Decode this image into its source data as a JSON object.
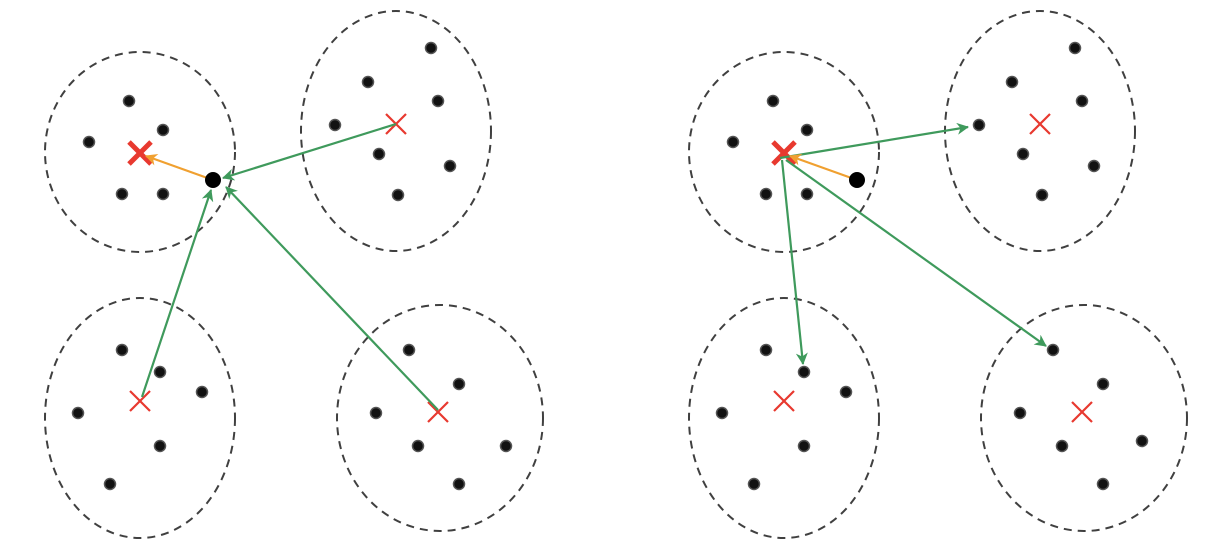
{
  "colors": {
    "cluster_outline": "#404040",
    "point_fill": "#111111",
    "point_stroke": "#555555",
    "anchor_fill": "#000000",
    "centroid": "#e8392f",
    "near_arrow": "#f0a030",
    "far_arrow": "#3f9a5c",
    "background": "#ffffff"
  },
  "icons": {
    "centroid": "cross-mark-icon",
    "point": "dot-icon",
    "anchor": "anchor-dot-icon"
  },
  "panels": [
    {
      "id": "left",
      "arrow_direction": "centroids-to-sample",
      "clusters": [
        {
          "id": "top-left",
          "own": true,
          "centroid_emphasis": "bold"
        },
        {
          "id": "top-right"
        },
        {
          "id": "bottom-left"
        },
        {
          "id": "bottom-right"
        }
      ]
    },
    {
      "id": "right",
      "arrow_direction": "centroid-to-samples",
      "clusters": [
        {
          "id": "top-left",
          "own": true,
          "centroid_emphasis": "bold"
        },
        {
          "id": "top-right"
        },
        {
          "id": "bottom-left"
        },
        {
          "id": "bottom-right"
        }
      ]
    }
  ]
}
